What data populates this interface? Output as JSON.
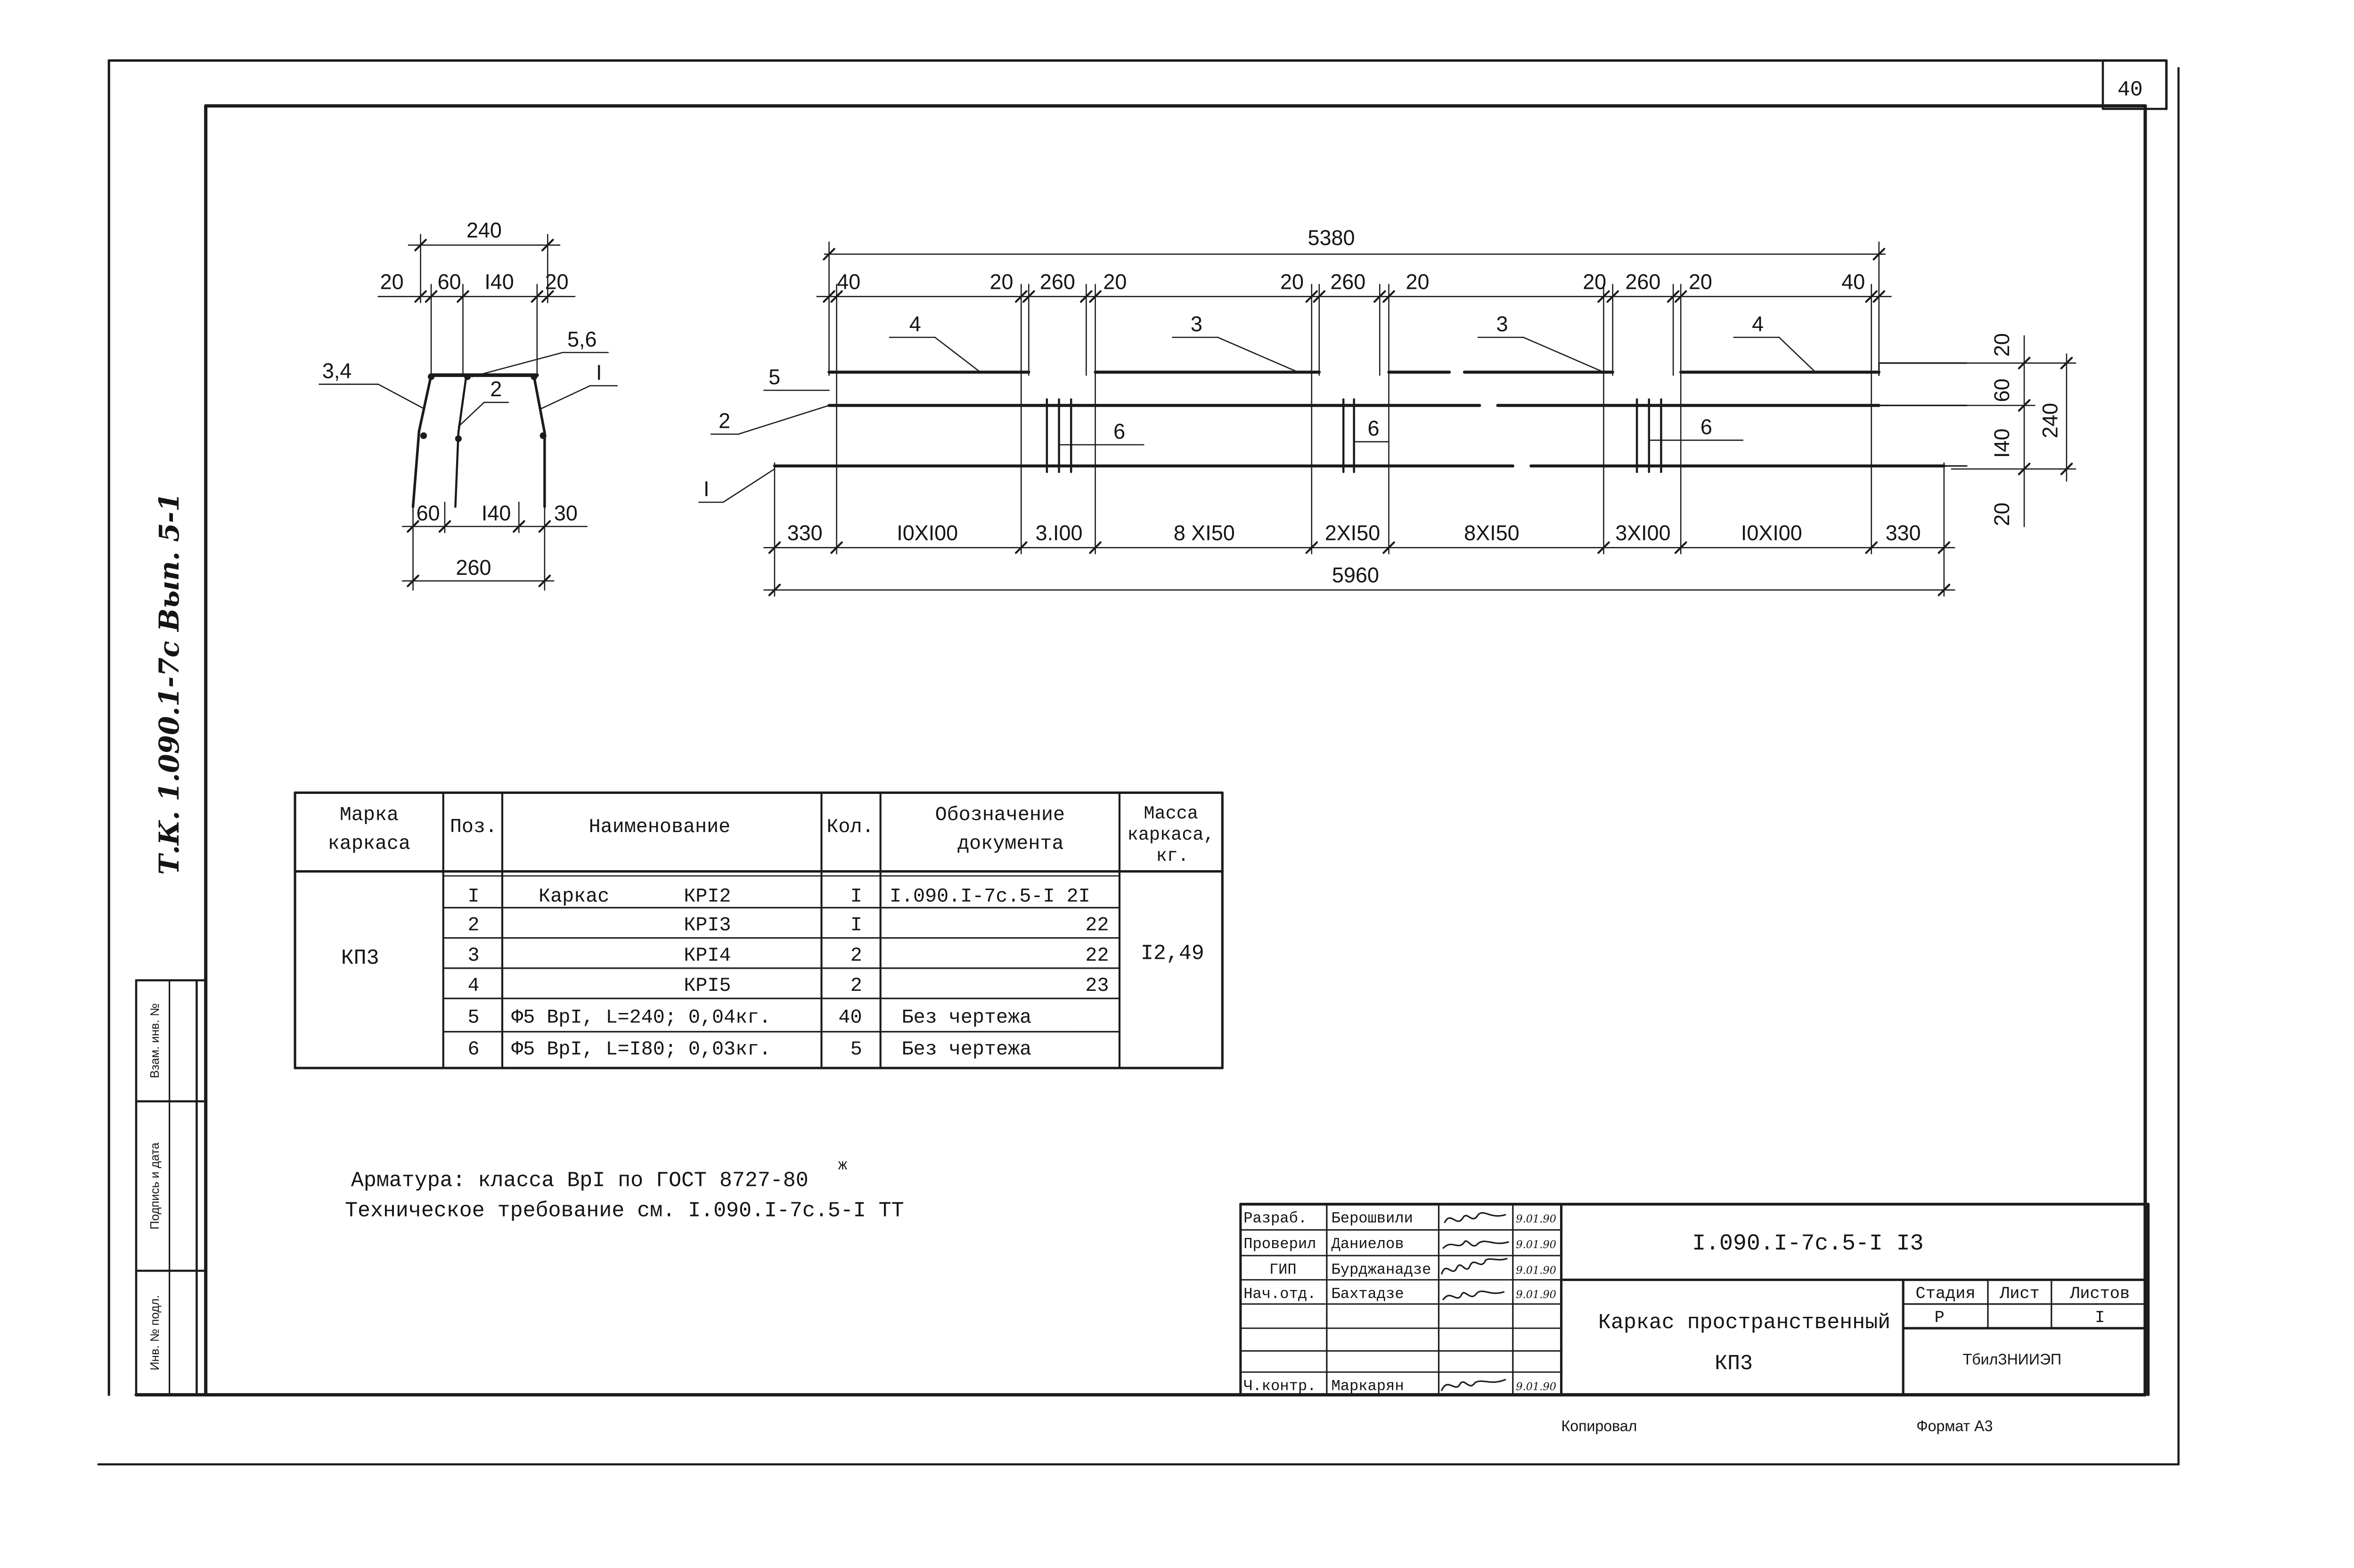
{
  "sheet": {
    "page_number": "40",
    "side_code": "Т.К. 1.090.1-7с Вып. 5-1",
    "stamp_labels": [
      "Инв. № подл.",
      "Подпись и дата",
      "Взам. инв. №"
    ],
    "copied_label": "Копировал",
    "format_label": "Формат А3"
  },
  "section_view": {
    "dim_top_total": "240",
    "dim_top_parts": [
      "20",
      "60",
      "I40",
      "20"
    ],
    "dim_bottom_parts": [
      "60",
      "I40",
      "30"
    ],
    "dim_bottom_total": "260",
    "callouts": [
      "3,4",
      "2",
      "5,6",
      "I"
    ]
  },
  "elevation_view": {
    "dim_top_total": "5380",
    "dim_top_parts": [
      "40",
      "20",
      "260",
      "20",
      "20",
      "260",
      "20",
      "20",
      "260",
      "20",
      "40"
    ],
    "callouts_top": [
      "4",
      "3",
      "3",
      "4"
    ],
    "callouts_left": [
      "5",
      "2",
      "I"
    ],
    "callouts_stirrups": [
      "6",
      "6",
      "6"
    ],
    "dim_bottom_parts": [
      "330",
      "I0XI00",
      "3.I00",
      "8 XI50",
      "2XI50",
      "8XI50",
      "3XI00",
      "I0XI00",
      "330"
    ],
    "dim_bottom_total": "5960",
    "dim_right_parts": [
      "20",
      "60",
      "I40",
      "20"
    ],
    "dim_right_total": "240"
  },
  "spec_table": {
    "headers": {
      "mark": [
        "Марка",
        "каркаса"
      ],
      "pos": "Поз.",
      "name": "Наименование",
      "qty": "Кол.",
      "doc": [
        "Обозначение",
        "документа"
      ],
      "mass": [
        "Масса",
        "каркаса,",
        "кг."
      ]
    },
    "mark": "КП3",
    "mass": "I2,49",
    "rows": [
      {
        "pos": "I",
        "name_prefix": "Каркас",
        "name": "КРI2",
        "qty": "I",
        "doc": "I.090.I-7с.5-I 2I"
      },
      {
        "pos": "2",
        "name": "КРI3",
        "qty": "I",
        "doc": "22"
      },
      {
        "pos": "3",
        "name": "КРI4",
        "qty": "2",
        "doc": "22"
      },
      {
        "pos": "4",
        "name": "КРI5",
        "qty": "2",
        "doc": "23"
      },
      {
        "pos": "5",
        "name": "Ф5 ВрI, L=240; 0,04кг.",
        "qty": "40",
        "doc": "Без чертежа"
      },
      {
        "pos": "6",
        "name": "Ф5 ВрI, L=I80; 0,03кг.",
        "qty": "5",
        "doc": "Без чертежа"
      }
    ]
  },
  "notes": {
    "rebar_line": "Арматура:  класса  ВрI по ГОСТ 8727-80",
    "rebar_sup": "ж",
    "tech_line": "Техническое требование см. I.090.I-7с.5-I ТТ"
  },
  "title_block": {
    "roles": [
      "Разраб.",
      "Проверил",
      "ГИП",
      "Нач.отд.",
      "Ч.контр."
    ],
    "names": [
      "Берошвили",
      "Даниелов",
      "Бурджанадзе",
      "Бахтадзе",
      "Маркарян"
    ],
    "dates": [
      "9.01.90",
      "9.01.90",
      "9.01.90",
      "9.01.90",
      "9.01.90"
    ],
    "doc_number": "I.090.I-7с.5-I I3",
    "title_lines": [
      "Каркас пространственный",
      "КП3"
    ],
    "stage_headers": [
      "Стадия",
      "Лист",
      "Листов"
    ],
    "stage_values": [
      "Р",
      "",
      "I"
    ],
    "organization": "ТбилЗНИИЭП"
  }
}
